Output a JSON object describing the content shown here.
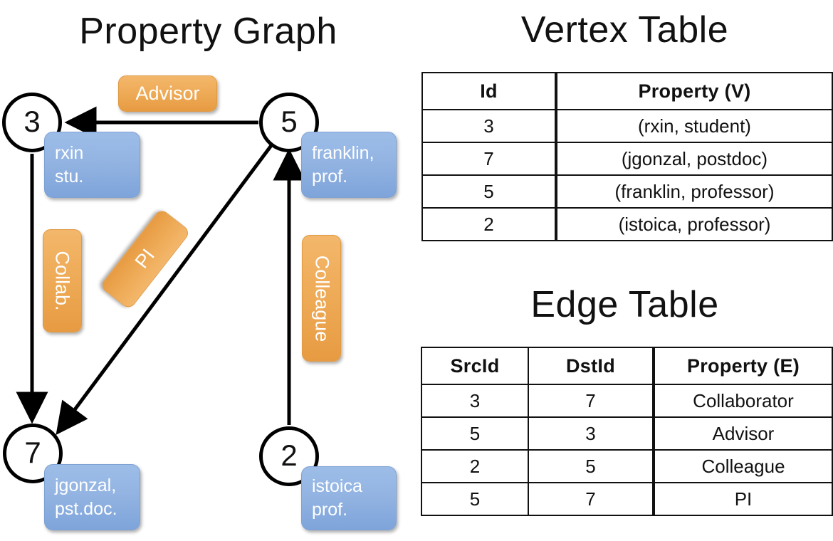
{
  "titles": {
    "property_graph": "Property Graph",
    "vertex_table": "Vertex Table",
    "edge_table": "Edge Table"
  },
  "graph": {
    "vertices": [
      {
        "id": "3",
        "box_lines": [
          "rxin",
          "stu."
        ]
      },
      {
        "id": "5",
        "box_lines": [
          "franklin,",
          "prof."
        ]
      },
      {
        "id": "7",
        "box_lines": [
          "jgonzal,",
          "pst.doc."
        ]
      },
      {
        "id": "2",
        "box_lines": [
          "istoica",
          "prof."
        ]
      }
    ],
    "edge_labels": [
      {
        "text": "Advisor",
        "orientation": "horizontal"
      },
      {
        "text": "Collab.",
        "orientation": "vertical"
      },
      {
        "text": "PI",
        "orientation": "diagonal"
      },
      {
        "text": "Colleague",
        "orientation": "vertical"
      }
    ]
  },
  "vertex_table": {
    "headers": [
      "Id",
      "Property (V)"
    ],
    "rows": [
      {
        "id": "3",
        "property": "(rxin, student)"
      },
      {
        "id": "7",
        "property": "(jgonzal, postdoc)"
      },
      {
        "id": "5",
        "property": "(franklin, professor)"
      },
      {
        "id": "2",
        "property": "(istoica, professor)"
      }
    ]
  },
  "edge_table": {
    "headers": [
      "SrcId",
      "DstId",
      "Property (E)"
    ],
    "rows": [
      {
        "src": "3",
        "dst": "7",
        "property": "Collaborator"
      },
      {
        "src": "5",
        "dst": "3",
        "property": "Advisor"
      },
      {
        "src": "2",
        "dst": "5",
        "property": "Colleague"
      },
      {
        "src": "5",
        "dst": "7",
        "property": "PI"
      }
    ]
  },
  "colors": {
    "vertex_property_fill": "#cfdcef",
    "edge_property_fill": "#f6ddc2",
    "node_box_blue": "#93b4e2",
    "edge_label_orange": "#eeaa56",
    "stroke": "#000000"
  }
}
